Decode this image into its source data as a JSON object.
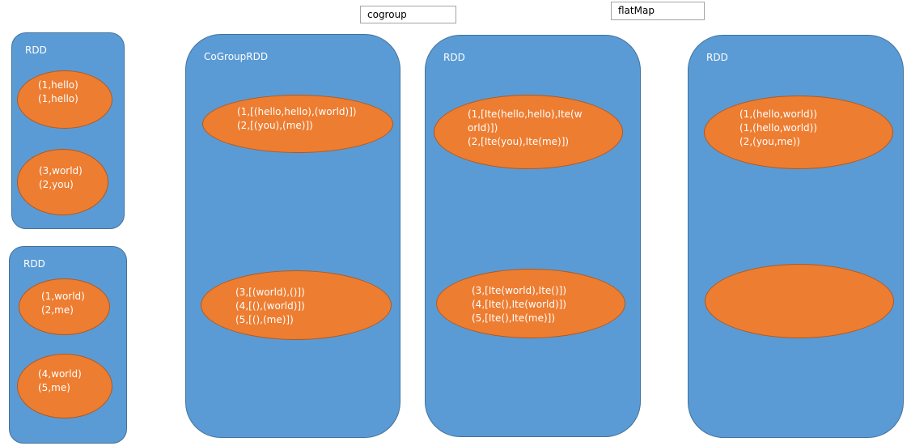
{
  "operations": {
    "cogroup": "cogroup",
    "flatmap": "flatMap"
  },
  "boxes": {
    "rdd1": {
      "title": "RDD",
      "partitions": [
        [
          "(1,hello)",
          "(1,hello)"
        ],
        [
          "(3,world)",
          "(2,you)"
        ]
      ]
    },
    "rdd2": {
      "title": "RDD",
      "partitions": [
        [
          "(1,world)",
          "(2,me)"
        ],
        [
          "(4,world)",
          "(5,me)"
        ]
      ]
    },
    "cogroup_rdd": {
      "title": "CoGroupRDD",
      "partitions": [
        [
          "(1,[(hello,hello),(world)])",
          "(2,[(you),(me)])"
        ],
        [
          "(3,[(world),()])",
          "(4,[(),(world)])",
          "(5,[(),(me)])"
        ]
      ]
    },
    "iter_rdd": {
      "title": "RDD",
      "partitions": [
        [
          "(1,[Ite(hello,hello),Ite(w",
          "orld)])",
          "(2,[Ite(you),Ite(me)])"
        ],
        [
          "(3,[Ite(world),Ite()])",
          "(4,[Ite(),Ite(world)])",
          "(5,[Ite(),Ite(me)])"
        ]
      ]
    },
    "result_rdd": {
      "title": "RDD",
      "partitions": [
        [
          "(1,(hello,world))",
          "(1,(hello,world))",
          "(2,(you,me))"
        ],
        []
      ]
    }
  },
  "colors": {
    "container": "#5b9bd5",
    "container_border": "#41719c",
    "partition": "#ed7d31",
    "partition_border": "#ae5a21",
    "text": "#ffffff"
  }
}
